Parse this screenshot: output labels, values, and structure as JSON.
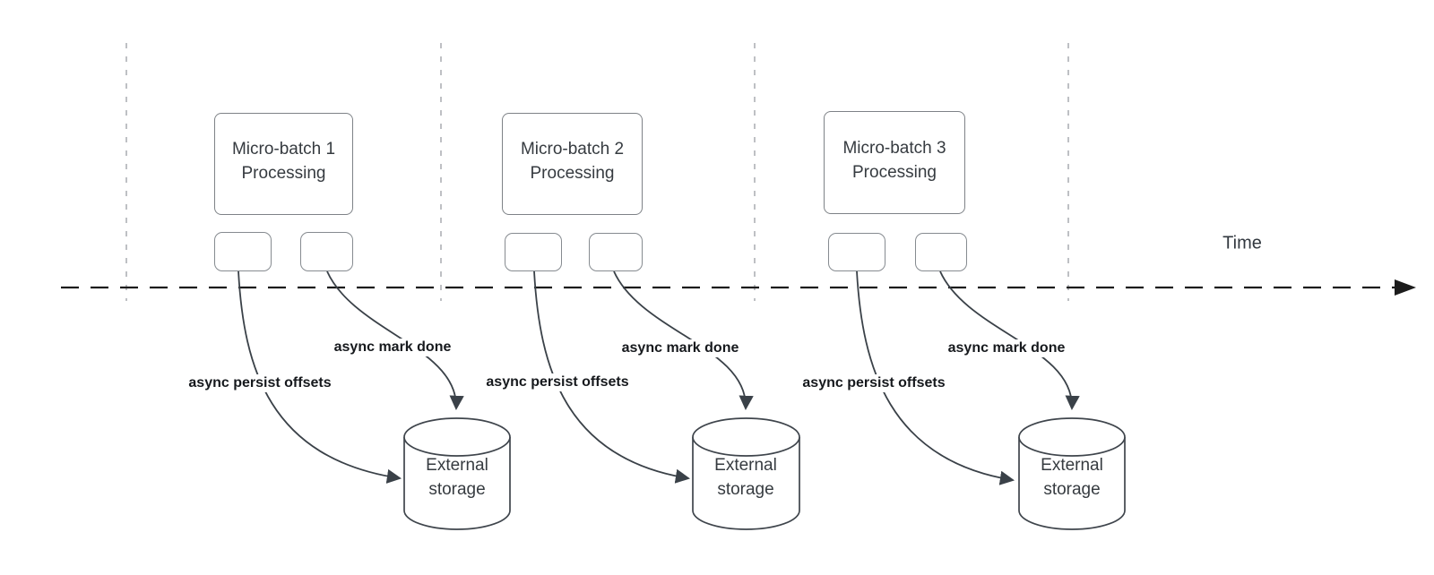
{
  "diagram": {
    "background_color": "#ffffff",
    "time_axis": {
      "label": "Time"
    },
    "batches": [
      {
        "title_line1": "Micro-batch 1",
        "title_line2": "Processing",
        "persist_label": "async persist offsets",
        "mark_done_label": "async mark done",
        "storage_line1": "External",
        "storage_line2": "storage"
      },
      {
        "title_line1": "Micro-batch 2",
        "title_line2": "Processing",
        "persist_label": "async persist offsets",
        "mark_done_label": "async mark done",
        "storage_line1": "External",
        "storage_line2": "storage"
      },
      {
        "title_line1": "Micro-batch 3",
        "title_line2": "Processing",
        "persist_label": "async persist offsets",
        "mark_done_label": "async mark done",
        "storage_line1": "External",
        "storage_line2": "storage"
      }
    ],
    "colors": {
      "arrow": "#3a4148",
      "timeline": "#1c1c1c",
      "guide_line": "#a9acb0",
      "shape_border": "#82878c",
      "shape_text": "#363b40",
      "label_text": "#16191d"
    }
  }
}
